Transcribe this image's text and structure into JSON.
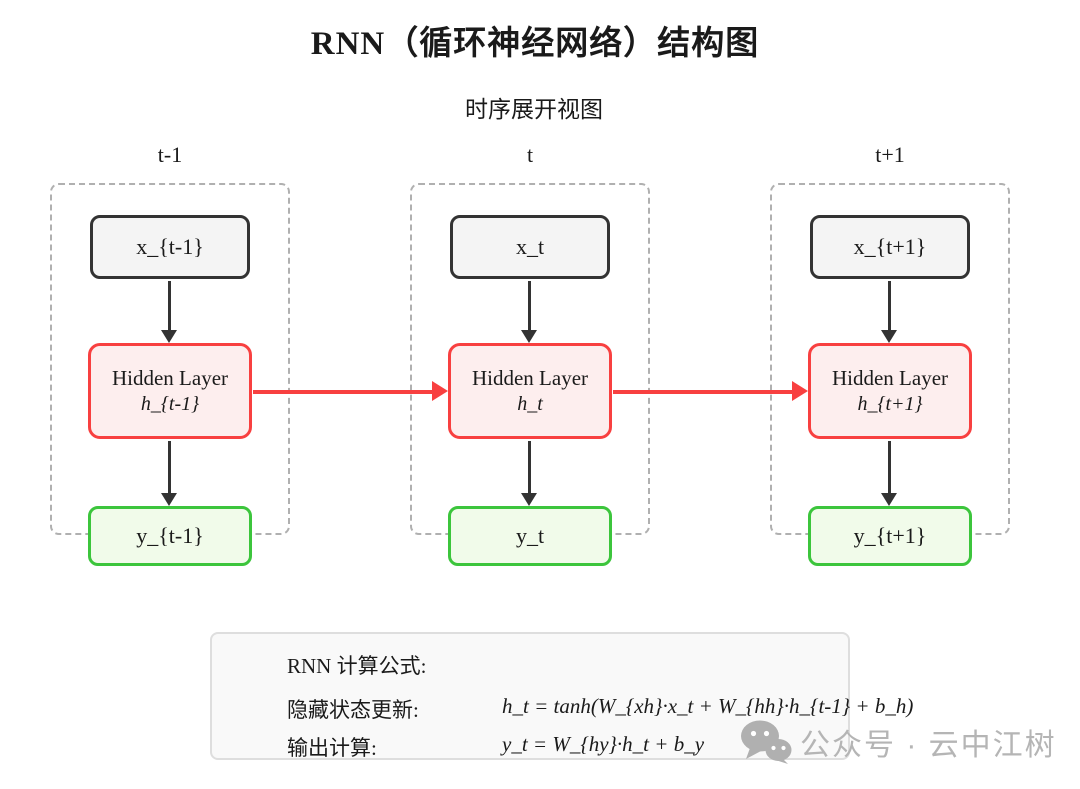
{
  "title": "RNN（循环神经网络）结构图",
  "subtitle": "时序展开视图",
  "columns": [
    {
      "time_label": "t-1",
      "input_label": "x_{t-1}",
      "hidden_title": "Hidden Layer",
      "hidden_state": "h_{t-1}",
      "output_label": "y_{t-1}"
    },
    {
      "time_label": "t",
      "input_label": "x_t",
      "hidden_title": "Hidden Layer",
      "hidden_state": "h_t",
      "output_label": "y_t"
    },
    {
      "time_label": "t+1",
      "input_label": "x_{t+1}",
      "hidden_title": "Hidden Layer",
      "hidden_state": "h_{t+1}",
      "output_label": "y_{t+1}"
    }
  ],
  "formula_panel": {
    "heading": "RNN 计算公式:",
    "rows": [
      {
        "label": "隐藏状态更新:",
        "formula": "h_t = tanh(W_{xh}·x_t + W_{hh}·h_{t-1} + b_h)"
      },
      {
        "label": "输出计算:",
        "formula": "y_t = W_{hy}·h_t + b_y"
      }
    ]
  },
  "watermark": {
    "icon": "wechat-icon",
    "text": "公众号 · 云中江树"
  },
  "colors": {
    "input_box_fill": "#f4f4f4",
    "input_box_border": "#333333",
    "hidden_box_fill": "#fdeeee",
    "hidden_box_border": "#f84040",
    "output_box_fill": "#f1fbea",
    "output_box_border": "#3cc53c",
    "recurrent_arrow": "#f84040",
    "flow_arrow": "#333333",
    "container_dash": "#b0b0b0",
    "watermark_gray": "#b5b5b5"
  }
}
